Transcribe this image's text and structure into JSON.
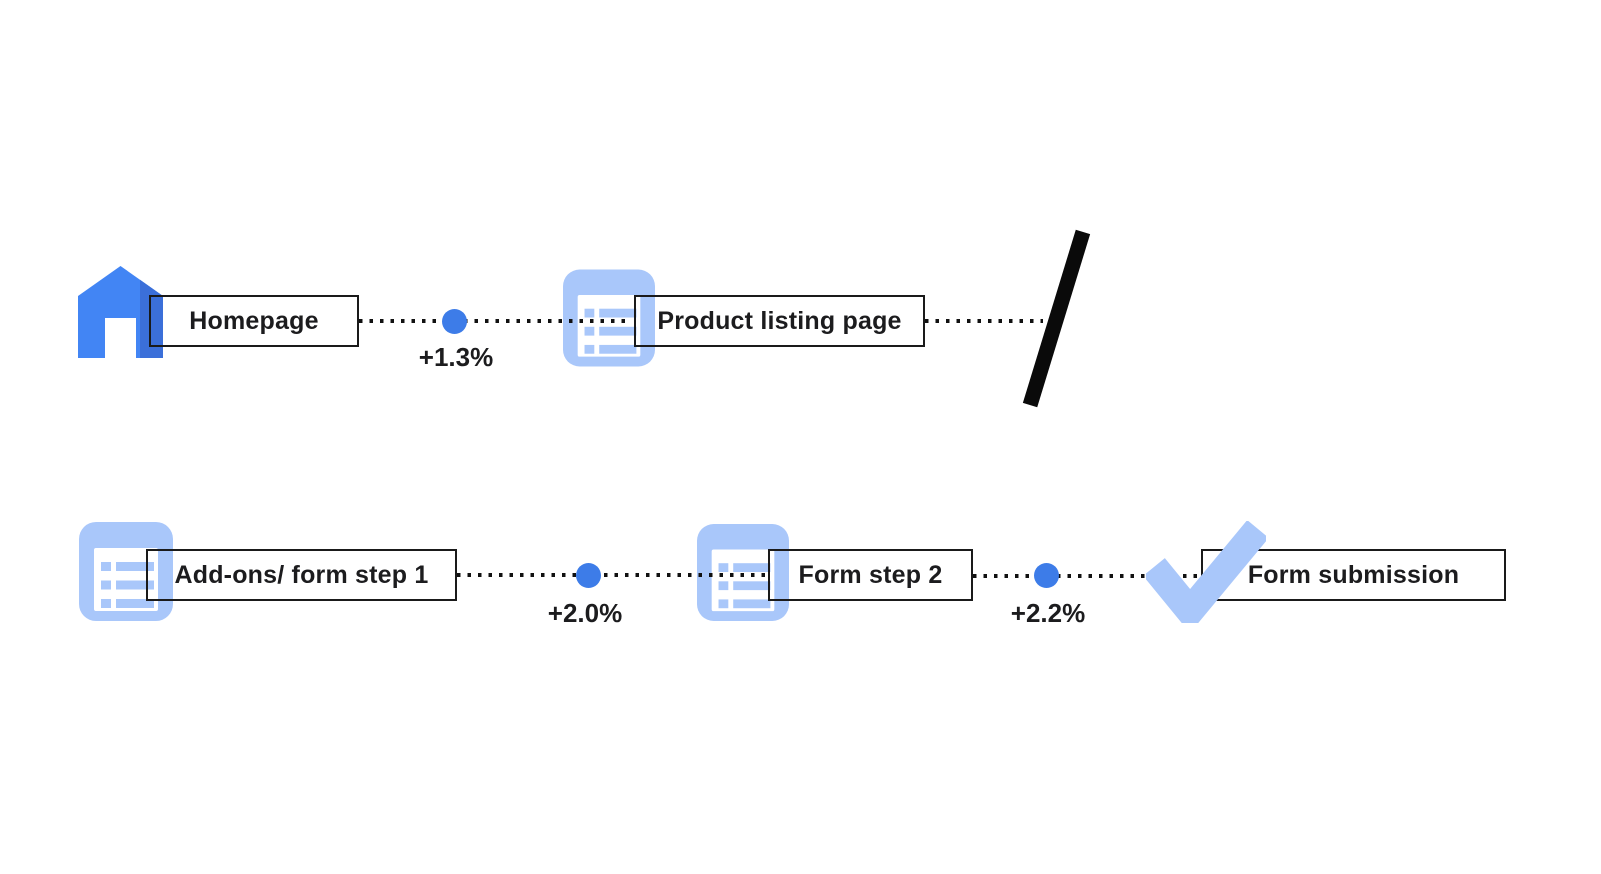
{
  "diagram_title": "Conversion funnel flow with uplift percentages",
  "palette": {
    "node_blue": "#4285F4",
    "node_blue_shade": "#3B6FD9",
    "node_light_blue": "#A9C7FA",
    "connector_dot_blue": "#3D7CE8",
    "line_black": "#111111",
    "text_black": "#1c1c1e",
    "background": "#FFFFFF"
  },
  "nodes": {
    "homepage": {
      "icon": "home-icon",
      "label": "Homepage"
    },
    "product_listing": {
      "icon": "list-icon",
      "label": "Product listing page"
    },
    "addons": {
      "icon": "list-icon",
      "label": "Add-ons/ form step 1"
    },
    "form_step2": {
      "icon": "list-icon",
      "label": "Form step 2"
    },
    "form_submission": {
      "icon": "check-icon",
      "label": "Form submission"
    }
  },
  "uplifts": {
    "homepage_to_product_listing": "+1.3%",
    "addons_to_form_step2": "+2.0%",
    "form_step2_to_submission": "+2.2%"
  },
  "flow": [
    {
      "row": 1,
      "steps": [
        "homepage",
        "product_listing"
      ],
      "continues_with_break_marker": true
    },
    {
      "row": 2,
      "steps": [
        "addons",
        "form_step2",
        "form_submission"
      ]
    }
  ]
}
